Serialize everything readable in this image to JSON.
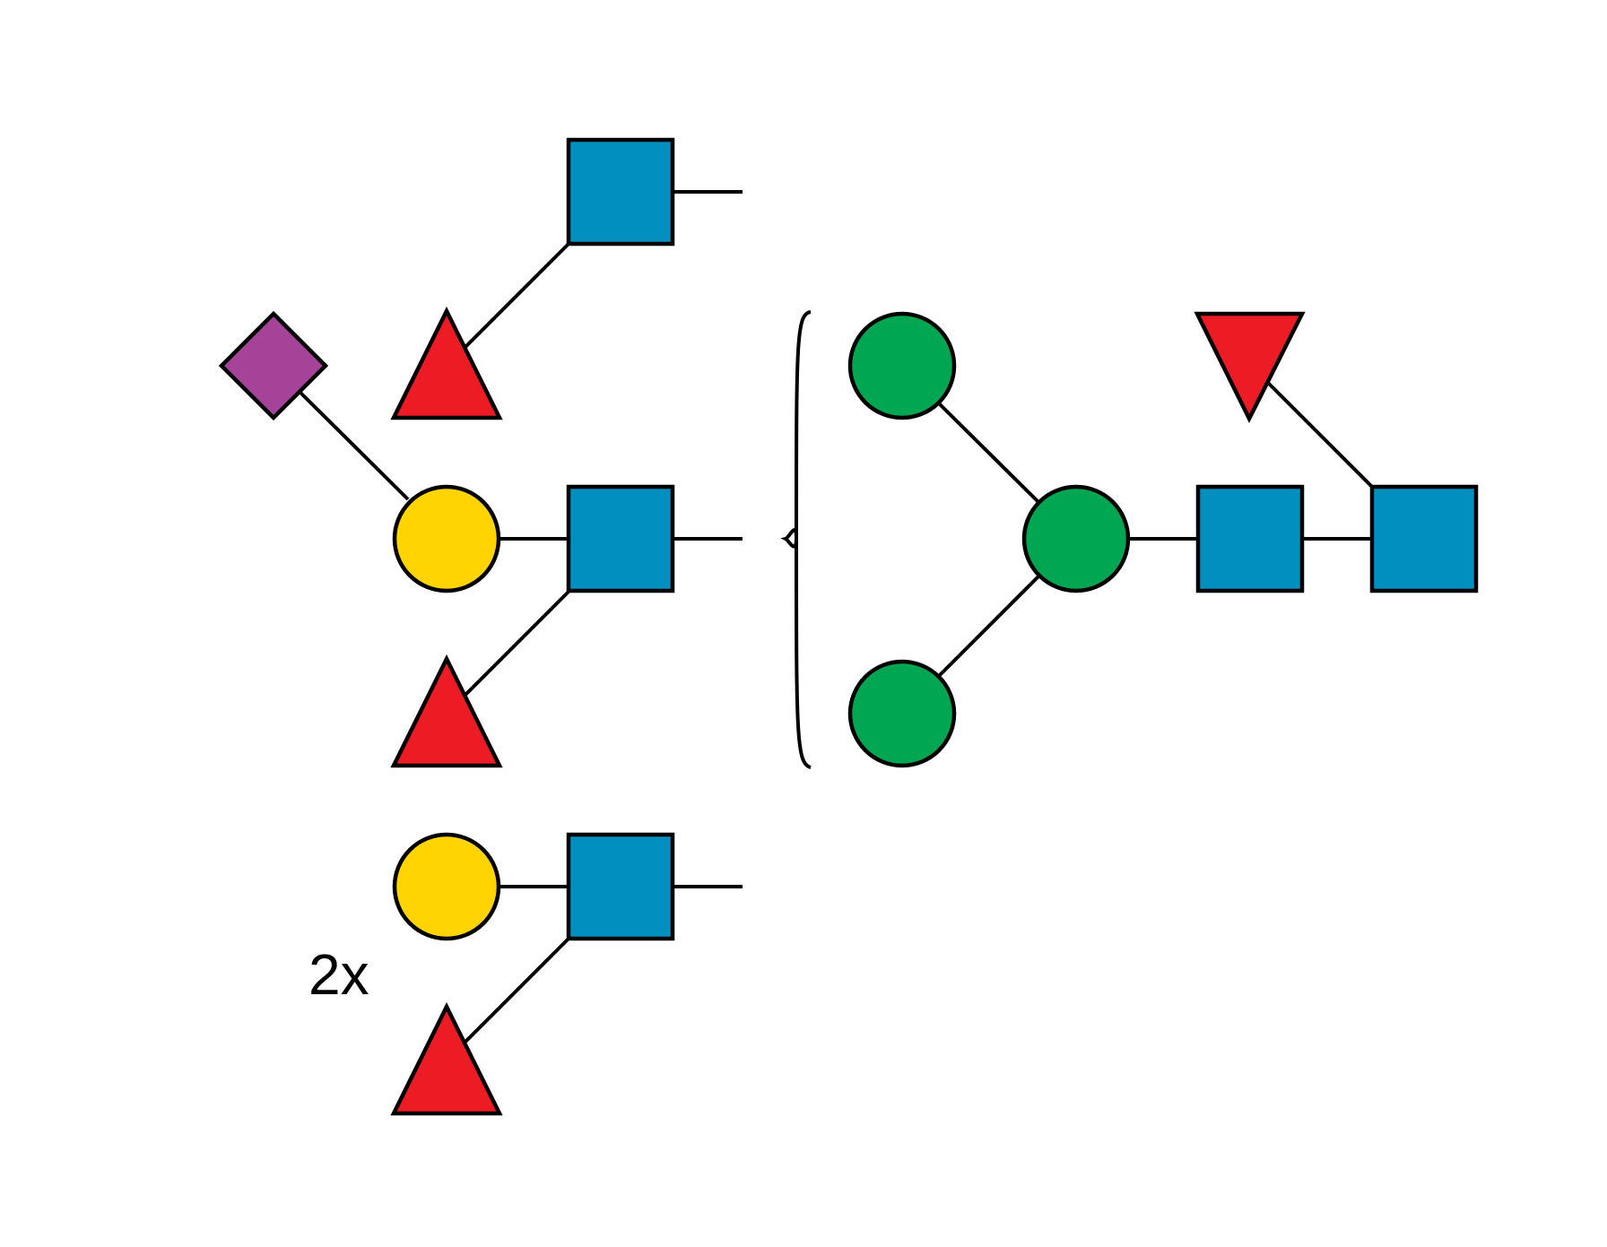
{
  "colors": {
    "hexnac": "#008fbe",
    "fucose": "#ed1c24",
    "galactose": "#ffd400",
    "mannose": "#00a651",
    "sialic_acid": "#a54399",
    "line": "#000000",
    "background": "#ffffff"
  },
  "monosaccharides": [
    {
      "id": "glcnac-core-reducing",
      "shape": "square",
      "color_key": "hexnac"
    },
    {
      "id": "glcnac-core-2",
      "shape": "square",
      "color_key": "hexnac"
    },
    {
      "id": "fucose-core",
      "shape": "triangle-down",
      "color_key": "fucose"
    },
    {
      "id": "mannose-core",
      "shape": "circle",
      "color_key": "mannose"
    },
    {
      "id": "mannose-branch-upper",
      "shape": "circle",
      "color_key": "mannose"
    },
    {
      "id": "mannose-branch-lower",
      "shape": "circle",
      "color_key": "mannose"
    },
    {
      "id": "glcnac-antenna-1",
      "shape": "square",
      "color_key": "hexnac"
    },
    {
      "id": "fucose-antenna-1",
      "shape": "triangle-up",
      "color_key": "fucose"
    },
    {
      "id": "glcnac-antenna-2",
      "shape": "square",
      "color_key": "hexnac"
    },
    {
      "id": "galactose-antenna-2",
      "shape": "circle",
      "color_key": "galactose"
    },
    {
      "id": "sialic-acid-antenna-2",
      "shape": "diamond",
      "color_key": "sialic_acid"
    },
    {
      "id": "fucose-antenna-2",
      "shape": "triangle-up",
      "color_key": "fucose"
    },
    {
      "id": "glcnac-antenna-3",
      "shape": "square",
      "color_key": "hexnac"
    },
    {
      "id": "galactose-antenna-3",
      "shape": "circle",
      "color_key": "galactose"
    },
    {
      "id": "fucose-antenna-3",
      "shape": "triangle-up",
      "color_key": "fucose"
    }
  ],
  "multiplier_label": "2x"
}
